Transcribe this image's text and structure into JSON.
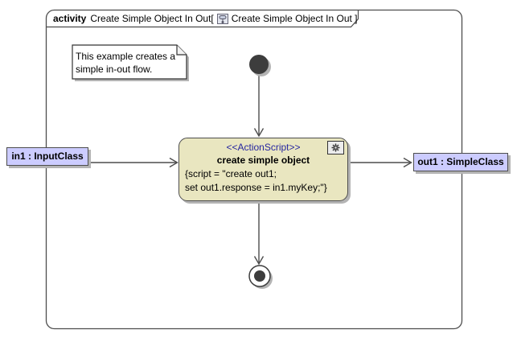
{
  "frame": {
    "keyword": "activity",
    "title_pre": "Create Simple Object In Out[",
    "title_post": "Create Simple Object In Out ]"
  },
  "note": {
    "line1": "This example creates a",
    "line2": "simple in-out flow."
  },
  "action": {
    "stereotype": "<<ActionScript>>",
    "name": "create simple object",
    "script_line1": "{script = \"create out1;",
    "script_line2": "set out1.response = in1.myKey;\"}"
  },
  "pins": {
    "input_label": "in1 : InputClass",
    "output_label": "out1 : SimpleClass"
  },
  "nodes": {
    "initial": "initial-node",
    "final": "activity-final-node"
  },
  "icons": {
    "frame_title_icon": "activity-diagram-icon",
    "action_badge_icon": "gear-icon"
  },
  "colors": {
    "action_fill": "#e9e6c0",
    "pin_fill": "#ccccff",
    "stereotype_text": "#2626a0",
    "node_fill": "#3d3d3d",
    "line": "#4d4d4d",
    "shadow": "#b4b4b4",
    "frame_border": "#4d4d4d",
    "note_fill": "#ffffff"
  }
}
